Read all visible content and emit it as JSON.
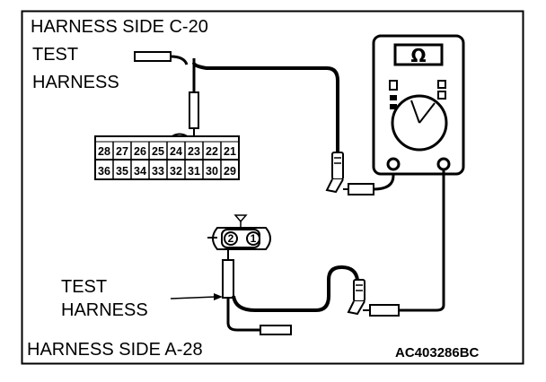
{
  "labels": {
    "harness_side_c20": "HARNESS SIDE C-20",
    "test_harness_top_line1": "TEST",
    "test_harness_top_line2": "HARNESS",
    "test_harness_bottom_line1": "TEST",
    "test_harness_bottom_line2": "HARNESS",
    "harness_side_a28": "HARNESS SIDE A-28",
    "figure_code": "AC403286BC"
  },
  "connector_c20": {
    "top_row": [
      "28",
      "27",
      "26",
      "25",
      "24",
      "23",
      "22",
      "21"
    ],
    "bottom_row": [
      "36",
      "35",
      "34",
      "33",
      "32",
      "31",
      "30",
      "29"
    ]
  },
  "connector_a28": {
    "pins": [
      "2",
      "1"
    ]
  },
  "multimeter": {
    "symbol": "Ω"
  }
}
